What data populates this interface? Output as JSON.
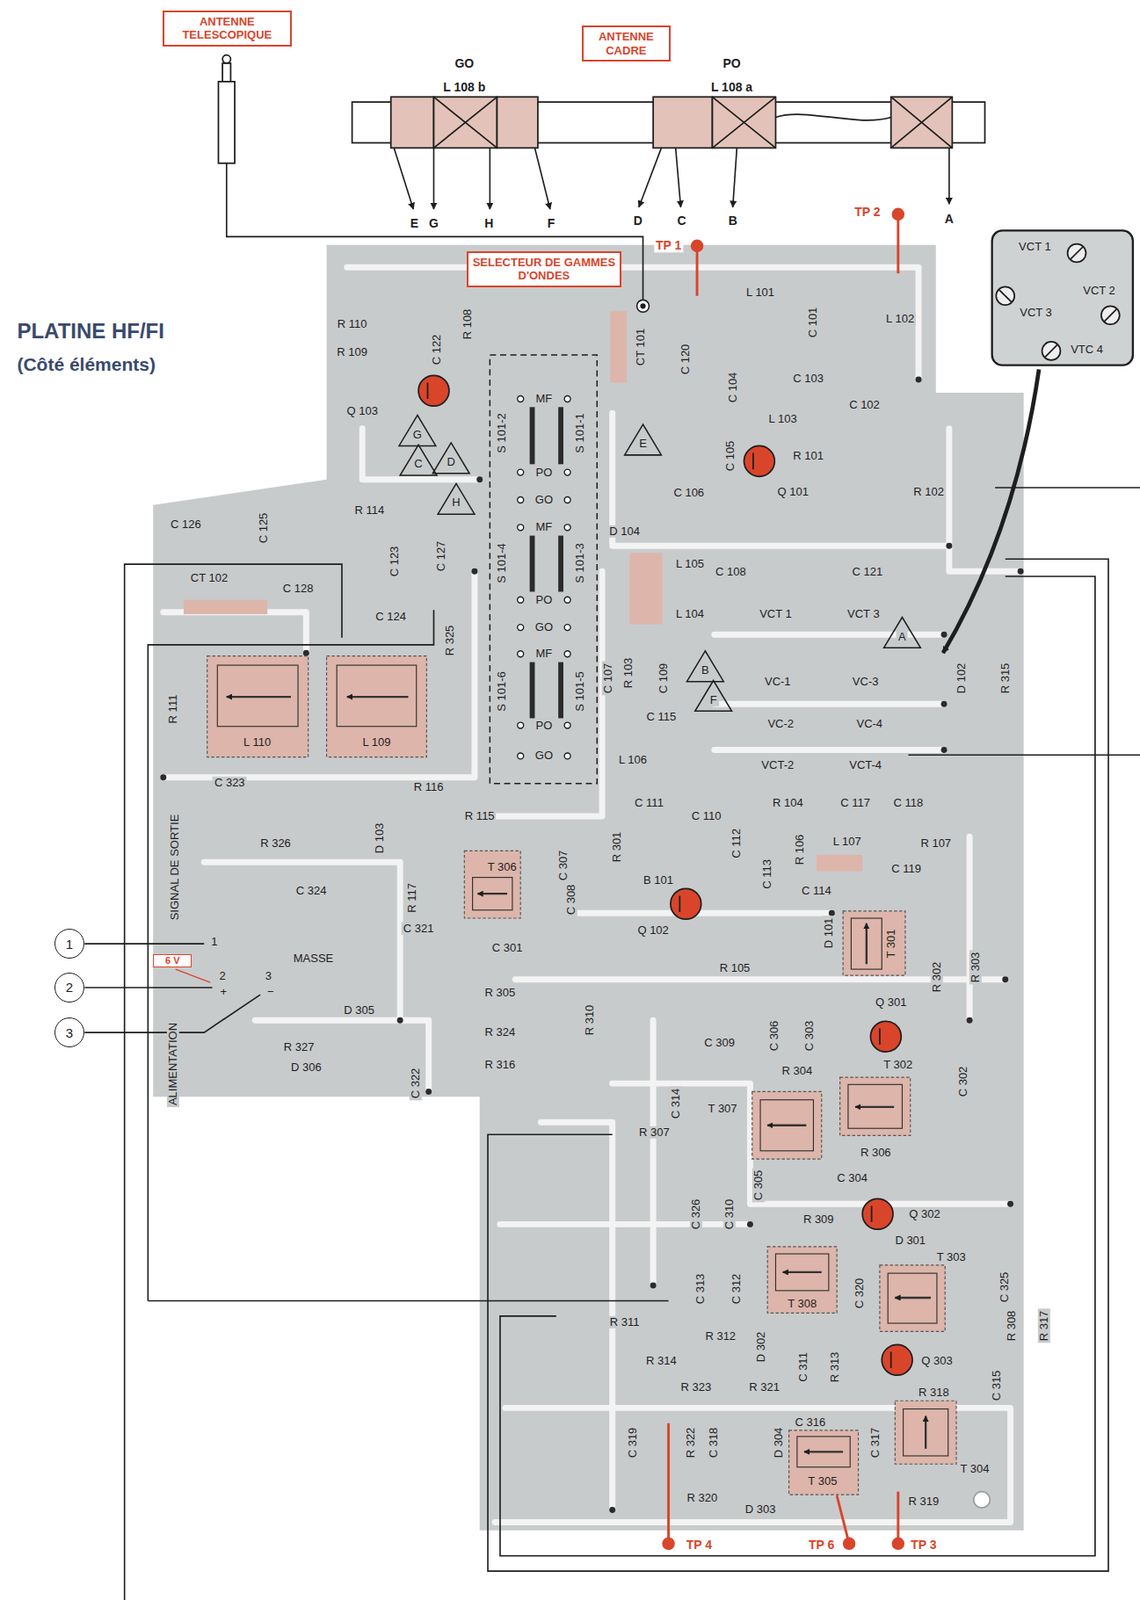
{
  "diagram": {
    "title": "PLATINE HF/FI",
    "nodes": [
      {
        "text": [
          "ANTENNE TELESCOPIQUE"
        ]
      },
      {
        "text": [
          "ANTENNE CADRE"
        ]
      },
      {
        "text": [
          "SELECTEUR DE GAMMES D'ONDES"
        ]
      },
      {
        "text": [
          "6 V"
        ]
      },
      {
        "text": [
          "1"
        ]
      },
      {
        "text": [
          "2"
        ]
      },
      {
        "text": [
          "3"
        ]
      },
      {
        "text": [
          "VCT 1",
          "VCT 2",
          "VCT 3",
          "VTC 4"
        ]
      }
    ],
    "labels": [
      "(Côté éléments)",
      "GO",
      "L 108 b",
      "PO",
      "L 108 a",
      "E",
      "G",
      "H",
      "F",
      "D",
      "C",
      "B",
      "A",
      "TP 2",
      "TP 1",
      "L 101",
      "L 102",
      "C 101",
      "CT 101",
      "C 120",
      "C 104",
      "C 103",
      "C 102",
      "L 103",
      "R 110",
      "R 109",
      "C 122",
      "R 108",
      "Q 103",
      "MF",
      "S 101-2",
      "S 101-1",
      "PO",
      "GO",
      "MF",
      "S 101-4",
      "S 101-3",
      "PO",
      "GO",
      "MF",
      "S 101-6",
      "S 101-5",
      "PO",
      "GO",
      "G",
      "C",
      "D",
      "H",
      "E",
      "A",
      "B",
      "F",
      "C 105",
      "Q 101",
      "R 101",
      "R 102",
      "C 106",
      "D 104",
      "R 114",
      "C 126",
      "C 125",
      "C 123",
      "C 127",
      "CT 102",
      "C 128",
      "C 124",
      "R 325",
      "L 105",
      "L 104",
      "C 108",
      "C 121",
      "VCT 1",
      "VCT 3",
      "VC-1",
      "VC-3",
      "VC-2",
      "VC-4",
      "VCT-2",
      "VCT-4",
      "C 107",
      "R 103",
      "C 109",
      "C 115",
      "L 106",
      "D 102",
      "R 315",
      "R 111",
      "L 110",
      "L 109",
      "C 323",
      "R 326",
      "R 116",
      "D 103",
      "R 115",
      "R 117",
      "T 306",
      "C 307",
      "R 301",
      "C 111",
      "C 110",
      "C 112",
      "C 113",
      "R 104",
      "C 117",
      "C 118",
      "R 106",
      "L 107",
      "R 107",
      "C 119",
      "C 114",
      "B 101",
      "Q 102",
      "C 308",
      "C 301",
      "C 324",
      "SIGNAL DE SORTIE",
      "1",
      "2",
      "+",
      "3",
      "−",
      "MASSE",
      "C 321",
      "T 301",
      "D 101",
      "R 302",
      "R 303",
      "R 105",
      "R 305",
      "D 305",
      "ALIMENTATION",
      "R 327",
      "D 306",
      "R 324",
      "R 316",
      "R 310",
      "C 322",
      "C 309",
      "C 306",
      "C 303",
      "Q 301",
      "R 304",
      "T 302",
      "C 302",
      "C 314",
      "T 307",
      "R 307",
      "R 306",
      "C 305",
      "C 304",
      "R 309",
      "C 326",
      "C 310",
      "Q 302",
      "D 301",
      "T 303",
      "C 325",
      "C 313",
      "C 312",
      "T 308",
      "C 320",
      "R 308",
      "R 317",
      "R 311",
      "R 312",
      "D 302",
      "C 311",
      "R 313",
      "Q 303",
      "R 314",
      "C 315",
      "R 323",
      "R 321",
      "R 318",
      "C 319",
      "R 322",
      "C 318",
      "D 304",
      "C 316",
      "C 317",
      "T 304",
      "R 320",
      "D 303",
      "T 305",
      "R 319",
      "TP 4",
      "TP 6",
      "TP 3"
    ]
  }
}
